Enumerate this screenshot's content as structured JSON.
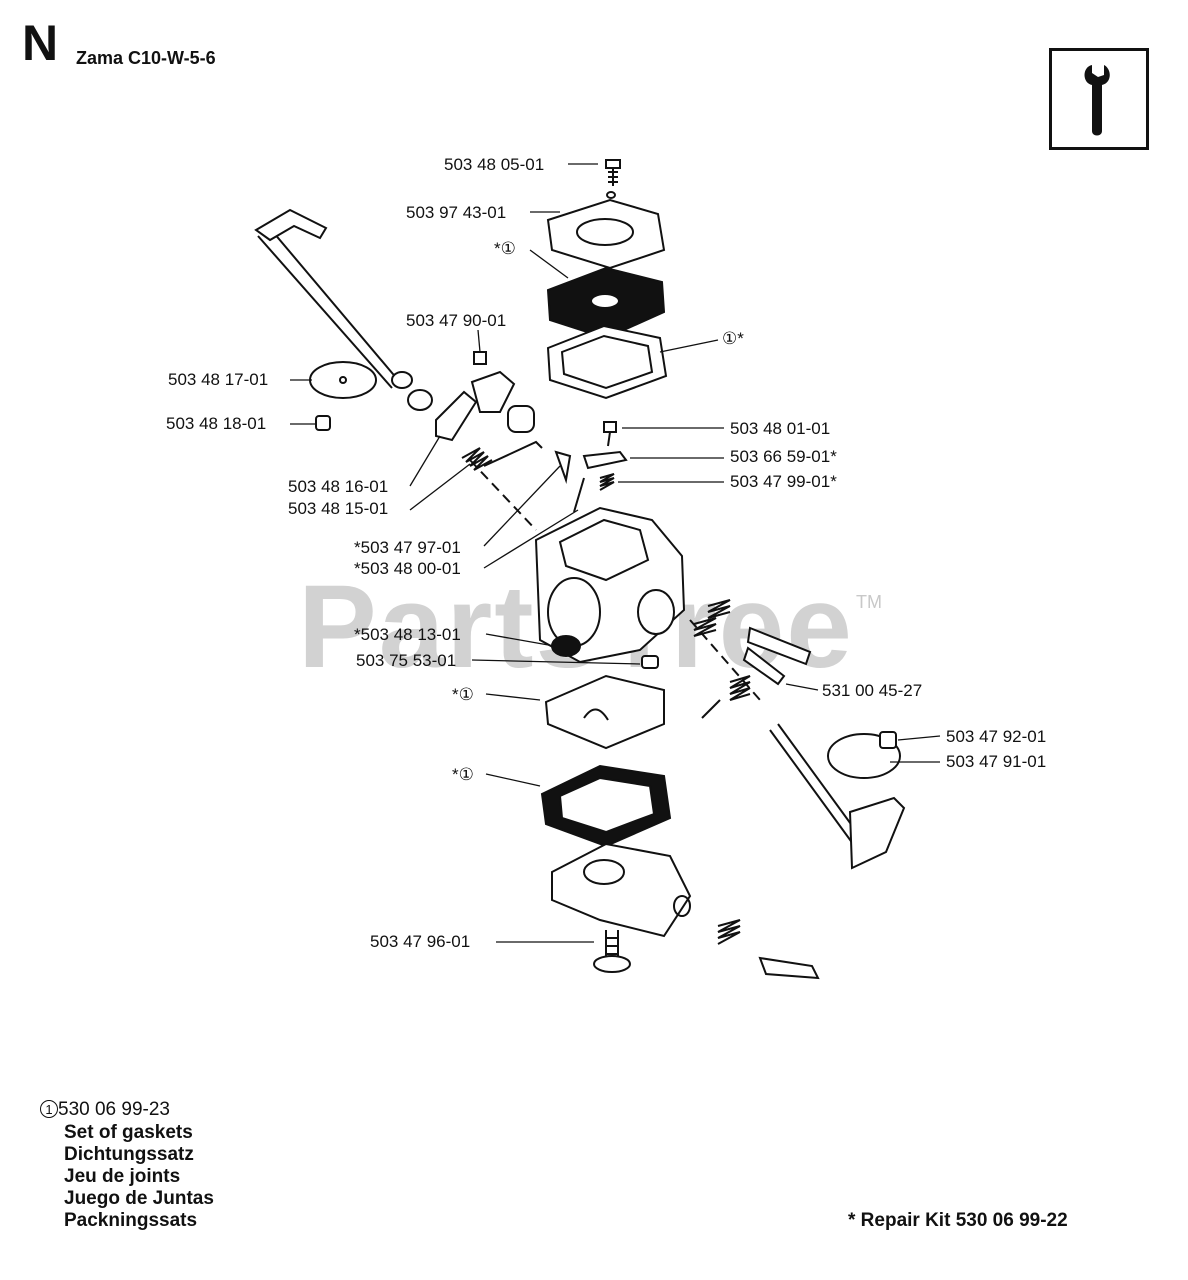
{
  "header": {
    "section_letter": "N",
    "model": "Zama C10-W-5-6",
    "tool_icon": "wrench-icon"
  },
  "watermark": {
    "text": "PartsTree",
    "tm": "TM"
  },
  "callouts": [
    {
      "id": "c1",
      "text": "503 48 05-01"
    },
    {
      "id": "c2",
      "text": "503 97 43-01"
    },
    {
      "id": "c3",
      "text": "*①"
    },
    {
      "id": "c4",
      "text": "①*"
    },
    {
      "id": "c5",
      "text": "503 47 90-01"
    },
    {
      "id": "c6",
      "text": "503 48 17-01"
    },
    {
      "id": "c7",
      "text": "503 48 18-01"
    },
    {
      "id": "c8",
      "text": "503 48 16-01"
    },
    {
      "id": "c9",
      "text": "503 48 15-01"
    },
    {
      "id": "c10",
      "text": "503 48 01-01"
    },
    {
      "id": "c11",
      "text": "503 66 59-01*"
    },
    {
      "id": "c12",
      "text": "503 47 99-01*"
    },
    {
      "id": "c13",
      "text": "*503 47 97-01"
    },
    {
      "id": "c14",
      "text": "*503 48 00-01"
    },
    {
      "id": "c15",
      "text": "*503 48 13-01"
    },
    {
      "id": "c16",
      "text": "503 75 53-01"
    },
    {
      "id": "c17",
      "text": "531 00 45-27"
    },
    {
      "id": "c18",
      "text": "*①"
    },
    {
      "id": "c19",
      "text": "503 47 92-01"
    },
    {
      "id": "c20",
      "text": "503 47 91-01"
    },
    {
      "id": "c21",
      "text": "*①"
    },
    {
      "id": "c22",
      "text": "503 47 96-01"
    }
  ],
  "gasket_kit": {
    "symbol": "1",
    "code": "530 06 99-23",
    "names": [
      "Set of gaskets",
      "Dichtungssatz",
      "Jeu de joints",
      "Juego de Juntas",
      "Packningssats"
    ]
  },
  "repair_kit": "* Repair Kit 530 06 99-22"
}
